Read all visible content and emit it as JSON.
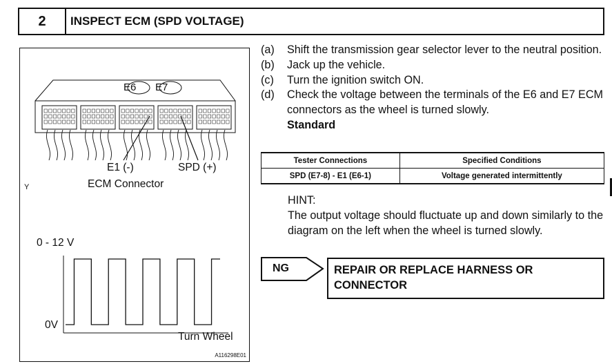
{
  "header": {
    "number": "2",
    "title": "INSPECT ECM (SPD VOLTAGE)"
  },
  "figure": {
    "connector_tags": [
      "E6",
      "E7"
    ],
    "e1_label": "E1 (-)",
    "spd_label": "SPD (+)",
    "caption": "ECM Connector",
    "y_mark": "Y",
    "voltage_high": "0 - 12 V",
    "voltage_low": "0V",
    "x_label": "Turn Wheel",
    "code": "A116298E01",
    "waveform": [
      0,
      1,
      1,
      0,
      0,
      1,
      1,
      0,
      0,
      1,
      1,
      0,
      0,
      1,
      1,
      0,
      0,
      1
    ]
  },
  "steps": [
    {
      "letter": "(a)",
      "text": "Shift the transmission gear selector lever to the neutral position."
    },
    {
      "letter": "(b)",
      "text": "Jack up the vehicle."
    },
    {
      "letter": "(c)",
      "text": "Turn the ignition switch ON."
    },
    {
      "letter": "(d)",
      "text": "Check the voltage between the terminals of the E6 and E7 ECM connectors as the wheel is turned slowly."
    }
  ],
  "standard_label": "Standard",
  "table": {
    "headers": [
      "Tester Connections",
      "Specified Conditions"
    ],
    "rows": [
      [
        "SPD (E7-8) - E1 (E6-1)",
        "Voltage generated intermittently"
      ]
    ]
  },
  "hint": {
    "label": "HINT:",
    "text": "The output voltage should fluctuate up and down similarly to the diagram on the left when the wheel is turned slowly."
  },
  "result": {
    "ng": "NG",
    "action_line1": "REPAIR OR REPLACE HARNESS OR",
    "action_line2": "CONNECTOR"
  }
}
